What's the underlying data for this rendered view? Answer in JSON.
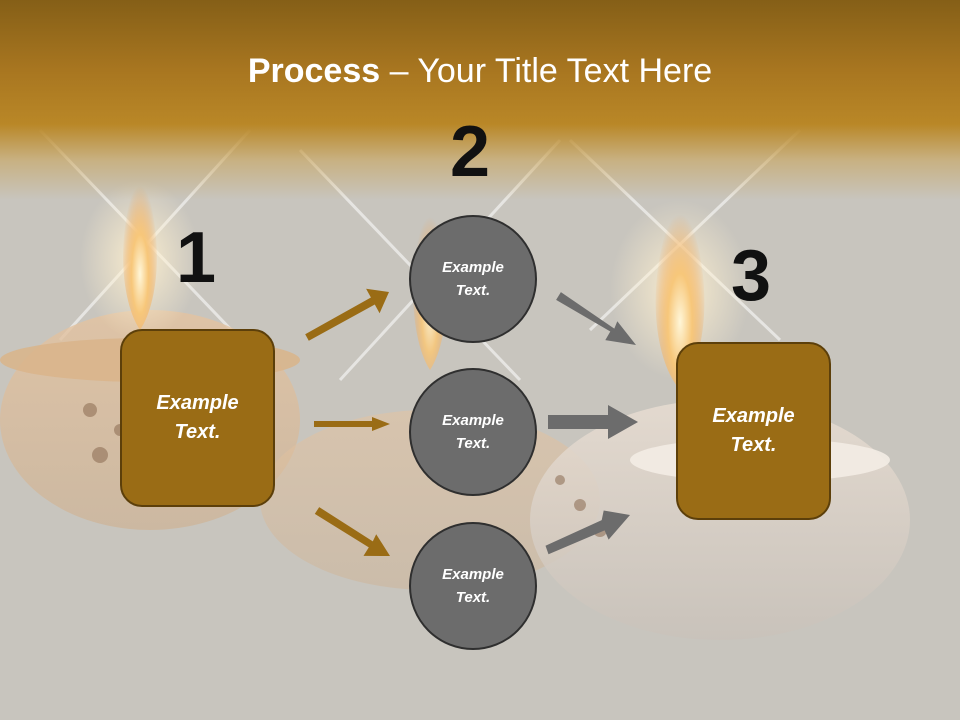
{
  "title": {
    "bold": "Process",
    "rest": " – Your Title Text Here"
  },
  "steps": [
    {
      "number": "1",
      "text": [
        "Example",
        "Text."
      ]
    },
    {
      "number": "2",
      "circles": [
        {
          "text": [
            "Example",
            "Text."
          ]
        },
        {
          "text": [
            "Example",
            "Text."
          ]
        },
        {
          "text": [
            "Example",
            "Text."
          ]
        }
      ]
    },
    {
      "number": "3",
      "text": [
        "Example",
        "Text."
      ]
    }
  ],
  "colors": {
    "accent_brown": "#9a6c15",
    "circle_gray": "#6c6c6c",
    "arrow_brown": "#9a6c15",
    "arrow_gray": "#6c6c6c"
  }
}
